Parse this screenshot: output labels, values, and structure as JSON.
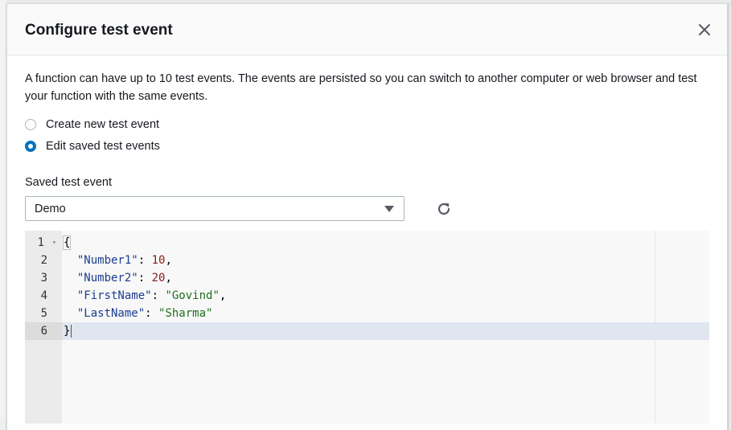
{
  "modal": {
    "title": "Configure test event",
    "close_icon": "close-icon",
    "description": "A function can have up to 10 test events. The events are persisted so you can switch to another computer or web browser and test your function with the same events."
  },
  "options": [
    {
      "label": "Create new test event",
      "checked": false
    },
    {
      "label": "Edit saved test events",
      "checked": true
    }
  ],
  "saved_event": {
    "label": "Saved test event",
    "selected": "Demo",
    "dropdown_icon": "caret-down-icon",
    "refresh_icon": "refresh-icon"
  },
  "editor": {
    "lines": [
      {
        "num": "1",
        "text": "{"
      },
      {
        "num": "2",
        "key": "\"Number1\"",
        "value": "10",
        "trail": ","
      },
      {
        "num": "3",
        "key": "\"Number2\"",
        "value": "20",
        "trail": ","
      },
      {
        "num": "4",
        "key": "\"FirstName\"",
        "value": "\"Govind\"",
        "trail": ","
      },
      {
        "num": "5",
        "key": "\"LastName\"",
        "value": "\"Sharma\"",
        "trail": ""
      },
      {
        "num": "6",
        "text": "}"
      }
    ],
    "active_line": 6
  },
  "colors": {
    "accent": "#0073bb",
    "json_key": "#1a3d8f",
    "json_number": "#8b1a1a",
    "json_string": "#1f6e1f",
    "active_line": "#e0e6f0"
  }
}
